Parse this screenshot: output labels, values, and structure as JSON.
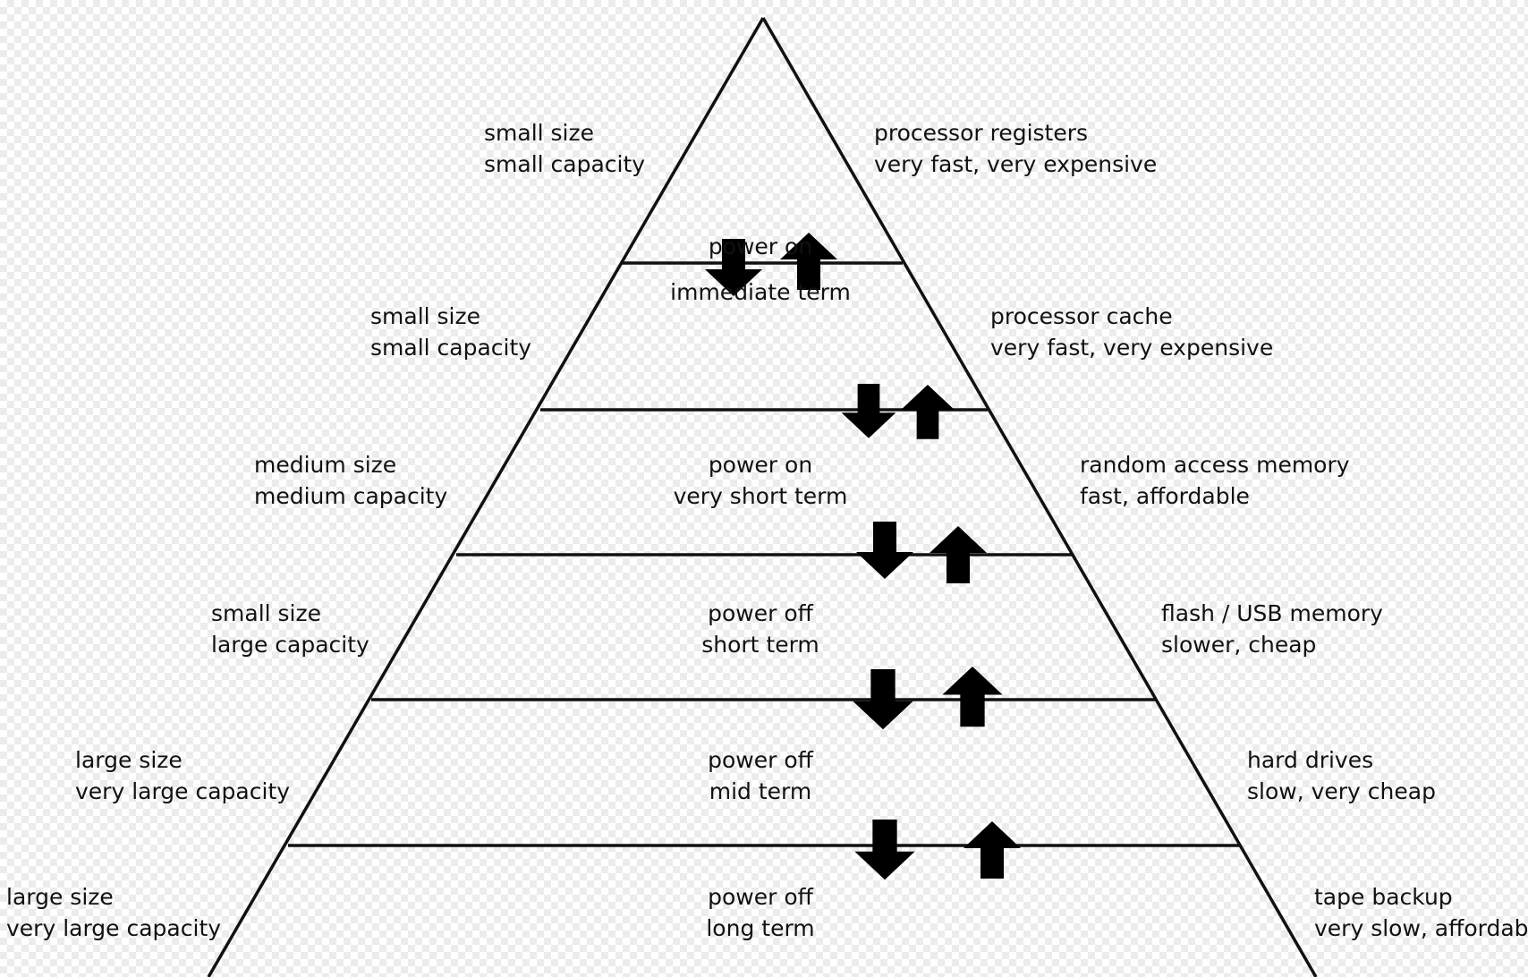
{
  "diagram": {
    "levels": [
      {
        "left": [
          "small size",
          "small capacity"
        ],
        "center": [
          "power on",
          "immediate term"
        ],
        "right": [
          "processor registers",
          "very fast, very expensive"
        ]
      },
      {
        "left": [
          "small size",
          "small capacity"
        ],
        "center": [],
        "right": [
          "processor cache",
          "very fast, very expensive"
        ]
      },
      {
        "left": [
          "medium size",
          "medium capacity"
        ],
        "center": [
          "power on",
          "very short term"
        ],
        "right": [
          "random access memory",
          "fast, affordable"
        ]
      },
      {
        "left": [
          "small size",
          "large capacity"
        ],
        "center": [
          "power off",
          "short term"
        ],
        "right": [
          "flash / USB memory",
          "slower, cheap"
        ]
      },
      {
        "left": [
          "large size",
          "very large capacity"
        ],
        "center": [
          "power off",
          "mid term"
        ],
        "right": [
          "hard drives",
          "slow, very cheap"
        ]
      },
      {
        "left": [
          "large size",
          "very large capacity"
        ],
        "center": [
          "power off",
          "long term"
        ],
        "right": [
          "tape backup",
          "very slow, affordable"
        ]
      }
    ],
    "line_color": "#111111",
    "arrow_color": "#000000",
    "arrow_icons": [
      "arrow-down-icon",
      "arrow-up-icon"
    ]
  }
}
